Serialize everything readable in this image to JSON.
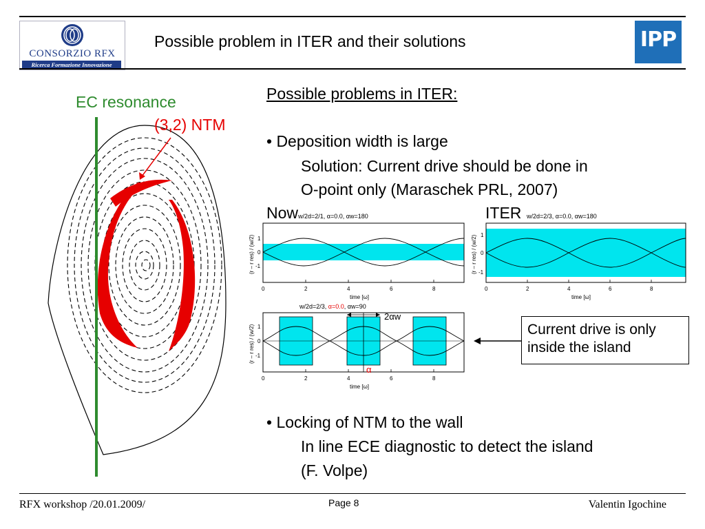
{
  "slide": {
    "title": "Possible problem in ITER and their solutions",
    "page_label": "Page 8",
    "footer_left": "RFX workshop /20.01.2009/",
    "footer_right": "Valentin Igochine"
  },
  "logos": {
    "left": {
      "name": "CONSORZIO RFX",
      "tagline": "Ricerca Formazione Innovazione"
    },
    "right": {
      "name": "IPP"
    }
  },
  "figure": {
    "ec_label": "EC resonance",
    "ntm_label": "(3,2) NTM",
    "colors": {
      "ec": "#2e8b2e",
      "ntm": "#e60000",
      "cyan": "#00e5ee"
    }
  },
  "content": {
    "heading": "Possible problems in ITER:",
    "bullet1": "• Deposition width is large",
    "bullet1_sub1": "Solution: Current drive should be done in",
    "bullet1_sub2": "O-point only (Maraschek PRL, 2007)",
    "now_label": "Now",
    "iter_label": "ITER",
    "callout": "Current drive is only inside the island",
    "bullet2": "• Locking of NTM to the wall",
    "bullet2_sub1": "In line ECE diagnostic to detect the island",
    "bullet2_sub2": "(F. Volpe)"
  },
  "plots": {
    "now": {
      "title": "w/2d=2/1, α=0.0, αw=180",
      "ylabel": "(r – r res) / (w/2)",
      "xlabel": "time [ω]",
      "xticks": [
        "0",
        "2",
        "4",
        "6",
        "8"
      ],
      "yticks": [
        "1",
        "0",
        "-1"
      ]
    },
    "iter": {
      "title": "w/2d=2/3, α=0.0, αw=180",
      "ylabel": "(r – r res) / (w/2)",
      "xlabel": "time [ω]",
      "xticks": [
        "0",
        "2",
        "4",
        "6",
        "8"
      ],
      "yticks": [
        "1",
        "0",
        "-1"
      ]
    },
    "opoint": {
      "title_pre": "w/2d=2/3, ",
      "title_alpha": "α=0.0",
      "title_post": ", αw=90",
      "ylabel": "(r – r res) / (w/2)",
      "xlabel": "time [ω]",
      "xticks": [
        "0",
        "2",
        "4",
        "6",
        "8"
      ],
      "yticks": [
        "1",
        "0",
        "-1"
      ],
      "width_label": "2αw",
      "alpha_label": "α"
    }
  }
}
